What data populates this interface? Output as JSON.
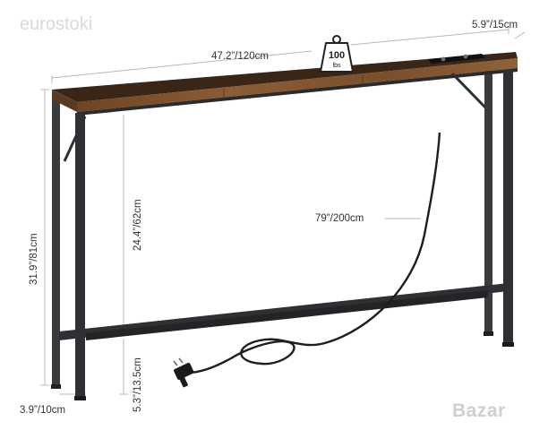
{
  "watermark": {
    "top_left": "eurostoki",
    "bottom_right": "Bazar"
  },
  "weight_icon": {
    "value": "100",
    "unit": "lbs"
  },
  "dimensions": {
    "width": "47.2”/120cm",
    "depth": "5.9”/15cm",
    "height": "31.9”/81cm",
    "clearance": "24.4”/62cm",
    "cord": "79”/200cm",
    "shelf_height": "5.3”/13.5cm",
    "leg": "3.9”/10cm"
  },
  "colors": {
    "wood": "#8a5a32",
    "frame": "#2f3033",
    "cord": "#1e1e1e",
    "dimension_line": "#b8b8b8"
  }
}
